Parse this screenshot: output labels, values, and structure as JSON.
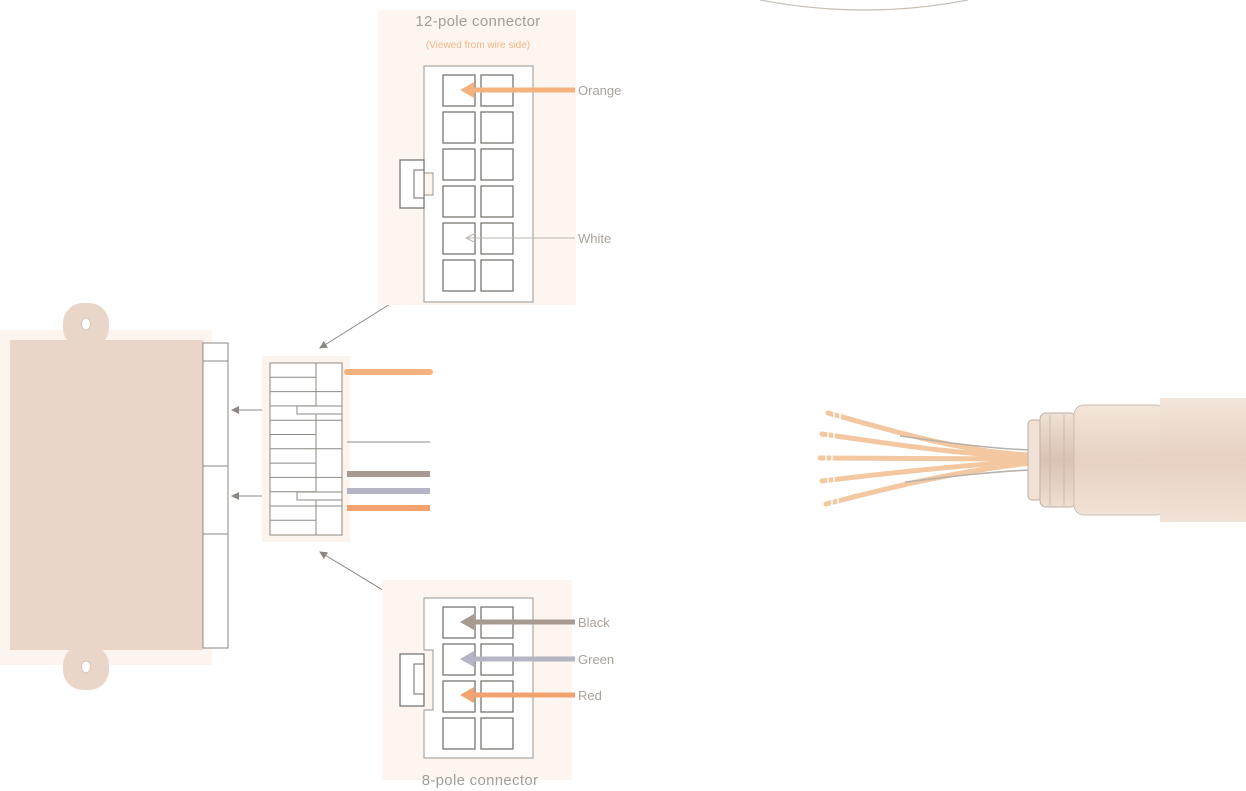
{
  "connector_12": {
    "title": "12-pole connector",
    "subtitle": "(Viewed from wire side)",
    "labels": {
      "orange": "Orange",
      "white": "White"
    }
  },
  "connector_8": {
    "title": "8-pole connector",
    "labels": {
      "black": "Black",
      "green": "Green",
      "red": "Red"
    }
  },
  "colors": {
    "orange": "#f5b27c",
    "white": "#d9d3cd",
    "black": "#a89a90",
    "green": "#b4b4c4",
    "red": "#f2a26e",
    "unit_body": "#ead6c9",
    "halo": "#fbf0e6",
    "cable": "#eedccf",
    "cable_wires": "#f3c79f"
  }
}
